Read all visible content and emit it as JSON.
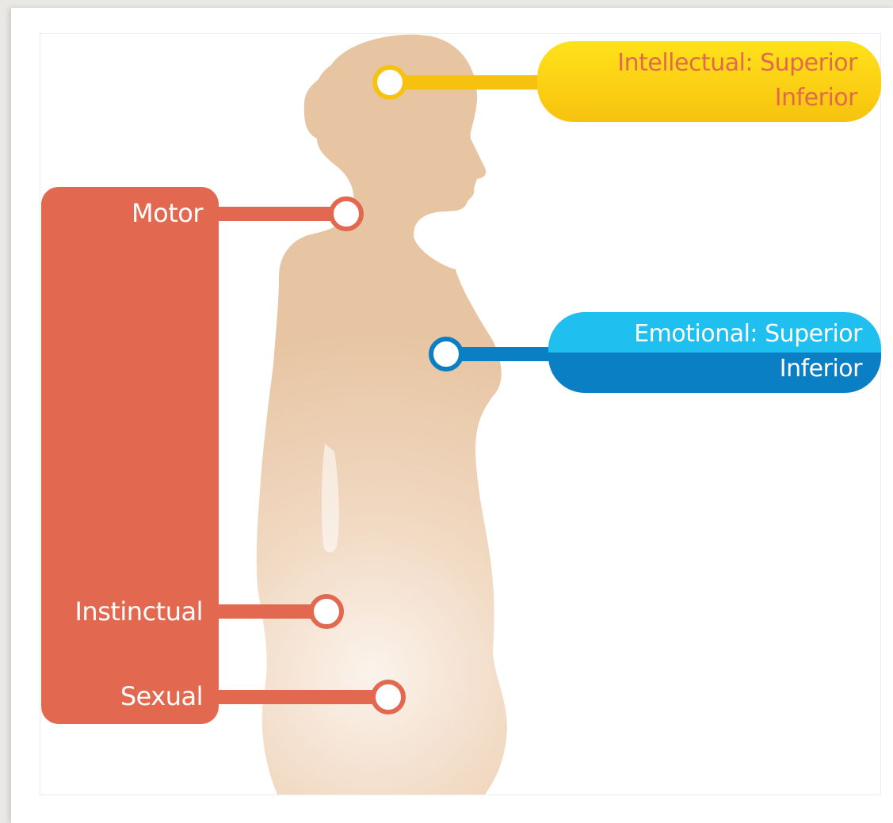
{
  "diagram": {
    "centers": {
      "intellectual": {
        "title": "Intellectual: Superior",
        "sub": "Inferior"
      },
      "emotional": {
        "title": "Emotional: Superior",
        "sub": "Inferior"
      },
      "motor": "Motor",
      "instinctual": "Instinctual",
      "sexual": "Sexual"
    },
    "colors": {
      "lower_centers": "#e2694f",
      "intellectual_top": "#ffe21a",
      "intellectual_bottom": "#f7c20f",
      "intellectual_text": "#e2694f",
      "emotional_top": "#1fbfef",
      "emotional_bottom": "#0a7fc4",
      "emotional_text": "#ffffff",
      "silhouette": "#e9c8a6"
    }
  }
}
